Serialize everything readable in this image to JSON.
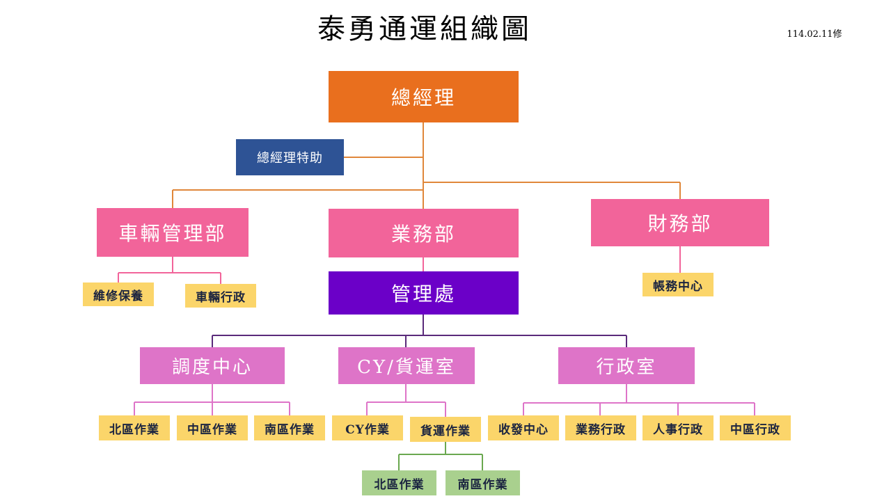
{
  "title": "泰勇通運組織圖",
  "revision": "114.02.11修",
  "colors": {
    "orange": "#e96f1e",
    "navy": "#2e5395",
    "pink": "#f2649a",
    "purple": "#6b00c8",
    "orchid": "#de74c8",
    "yellow": "#fbd56a",
    "green": "#a9d08e"
  },
  "nodes": {
    "gm": "總經理",
    "gm_assistant": "總經理特助",
    "vehicle_dept": "車輛管理部",
    "business_dept": "業務部",
    "finance_dept": "財務部",
    "maintenance": "維修保養",
    "vehicle_admin": "車輛行政",
    "accounts_center": "帳務中心",
    "management_office": "管理處",
    "dispatch_center": "調度中心",
    "cy_freight_office": "CY/貨運室",
    "admin_office": "行政室",
    "dispatch_north": "北區作業",
    "dispatch_central": "中區作業",
    "dispatch_south": "南區作業",
    "cy_ops": "CY作業",
    "freight_ops": "貨運作業",
    "freight_north": "北區作業",
    "freight_south": "南區作業",
    "receiving_center": "收發中心",
    "business_admin": "業務行政",
    "hr_admin": "人事行政",
    "central_admin": "中區行政"
  }
}
